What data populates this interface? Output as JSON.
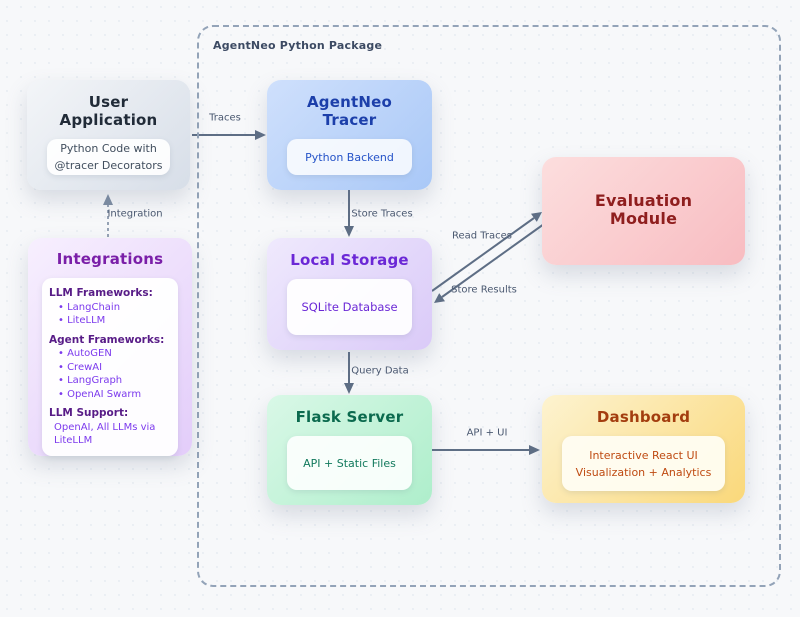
{
  "container": {
    "label": "AgentNeo Python Package"
  },
  "boxes": {
    "user_app": {
      "title": "User Application",
      "lines": [
        "Python Code with",
        "@tracer Decorators"
      ]
    },
    "tracer": {
      "title": "AgentNeo Tracer",
      "lines": [
        "Python Backend"
      ]
    },
    "evaluation": {
      "title": "Evaluation Module"
    },
    "integrations": {
      "title": "Integrations",
      "sections": [
        {
          "heading": "LLM Frameworks:",
          "items": [
            "LangChain",
            "LiteLLM"
          ]
        },
        {
          "heading": "Agent Frameworks:",
          "items": [
            "AutoGEN",
            "CrewAI",
            "LangGraph",
            "OpenAI Swarm"
          ]
        },
        {
          "heading": "LLM Support:",
          "note": "OpenAI, All LLMs via LiteLLM"
        }
      ]
    },
    "local_storage": {
      "title": "Local Storage",
      "lines": [
        "SQLite Database"
      ]
    },
    "flask": {
      "title": "Flask Server",
      "lines": [
        "API + Static Files"
      ]
    },
    "dashboard": {
      "title": "Dashboard",
      "lines": [
        "Interactive React UI",
        "Visualization + Analytics"
      ]
    }
  },
  "edges": {
    "traces": {
      "label": "Traces"
    },
    "store_traces": {
      "label": "Store Traces"
    },
    "read_traces": {
      "label": "Read Traces"
    },
    "store_results": {
      "label": "Store Results"
    },
    "query_data": {
      "label": "Query Data"
    },
    "api_ui": {
      "label": "API + UI"
    },
    "integration": {
      "label": "Integration"
    }
  },
  "colors": {
    "background": "#f7f8fa",
    "arrow": "#5e6e85",
    "boundary_border": "#93a3b8",
    "user_app_accent": "#212b38",
    "tracer_accent": "#1c3faa",
    "evaluation_accent": "#8f1e1e",
    "integrations_accent": "#7a1fa8",
    "integrations_item": "#7c3aed",
    "local_storage_accent": "#6b28d6",
    "flask_accent": "#0b6a4e",
    "dashboard_accent": "#a33d0f",
    "node_fills": {
      "user_app": "#d7dee8",
      "tracer": "#a9c8f7",
      "evaluation": "#f8bcc1",
      "integrations": "#e3cdfa",
      "local_storage": "#dacaf8",
      "flask": "#aeeecb",
      "dashboard": "#fad87a"
    }
  }
}
